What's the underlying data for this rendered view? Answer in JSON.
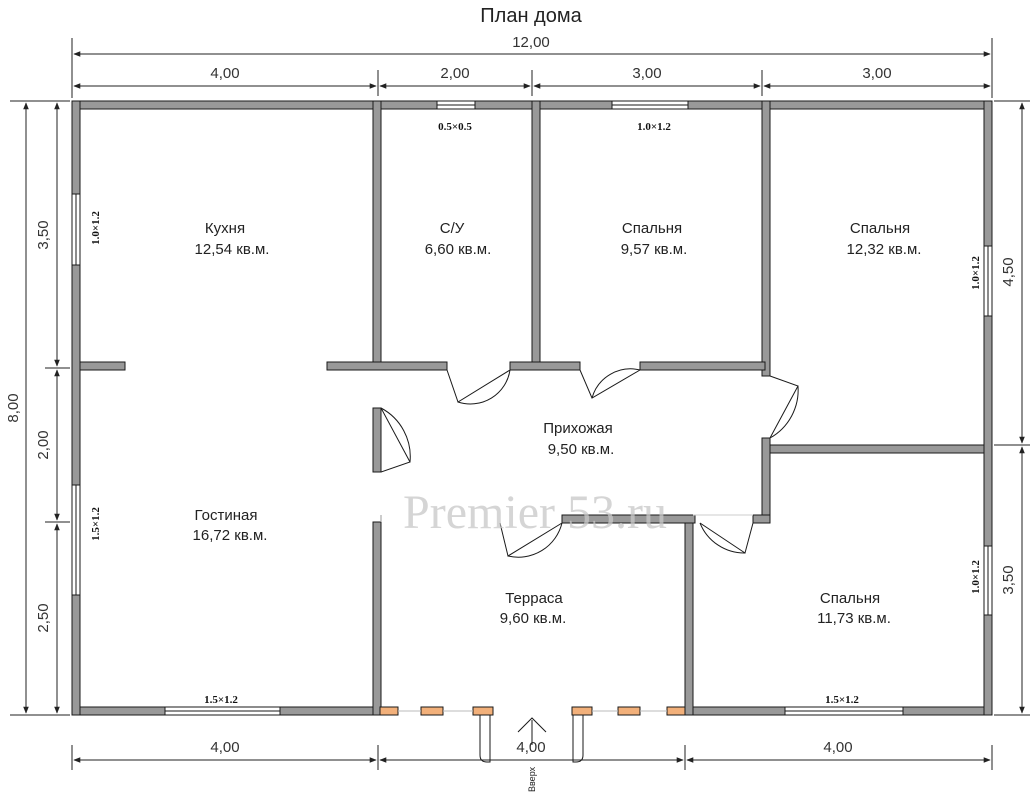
{
  "title": "План дома",
  "dimensions": {
    "total_width": "12,00",
    "top": [
      "4,00",
      "2,00",
      "3,00",
      "3,00"
    ],
    "bottom": [
      "4,00",
      "4,00",
      "4,00"
    ],
    "left_total": "8,00",
    "left": [
      "3,50",
      "2,00",
      "2,50"
    ],
    "right": [
      "4,50",
      "3,50"
    ]
  },
  "rooms": [
    {
      "name": "Кухня",
      "area": "12,54 кв.м."
    },
    {
      "name": "С/У",
      "area": "6,60 кв.м."
    },
    {
      "name": "Спальня",
      "area": "9,57 кв.м."
    },
    {
      "name": "Спальня",
      "area": "12,32 кв.м."
    },
    {
      "name": "Прихожая",
      "area": "9,50 кв.м."
    },
    {
      "name": "Гостиная",
      "area": "16,72 кв.м."
    },
    {
      "name": "Терраса",
      "area": "9,60 кв.м."
    },
    {
      "name": "Спальня",
      "area": "11,73 кв.м."
    }
  ],
  "windows": [
    "0.5×0.5",
    "1.0×1.2",
    "1.0×1.2",
    "1.5×1.2",
    "1.5×1.2",
    "1.0×1.2",
    "1.0×1.2",
    "1.5×1.2"
  ],
  "stairs_label": "Вверх",
  "watermark": "Premier 53.ru",
  "colors": {
    "wall_fill": "#999999",
    "wall_stroke": "#1a1a1a",
    "pillar": "#f2b07a",
    "dim_line": "#222222"
  }
}
